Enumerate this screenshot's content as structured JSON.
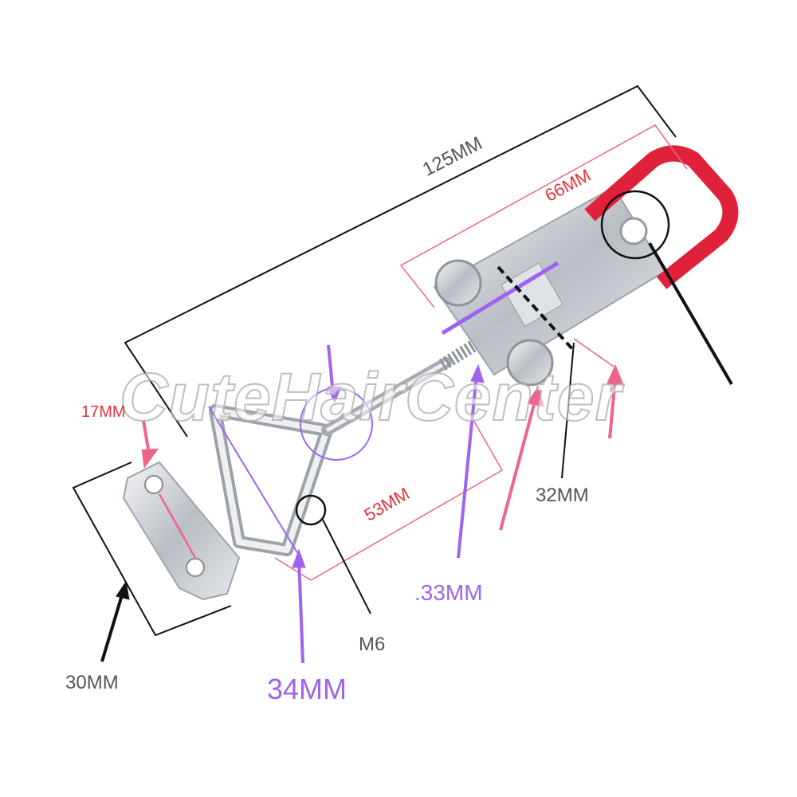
{
  "title": "Toggle latch clamp dimensions",
  "dimensions": {
    "overall_length": "125MM",
    "handle_length": "66MM",
    "plate_hole": "17MM",
    "loop_length": "53MM",
    "body_width": "32MM",
    "thread_length": ".33MM",
    "thread_size": "M6",
    "loop_width": "34MM",
    "plate_width": "30MM"
  },
  "watermark": "CuteHairCenter",
  "colors": {
    "handle": "#e0213a",
    "annotation_red": "#e5323a",
    "annotation_pink": "#f0648c",
    "annotation_purple": "#a063f0",
    "annotation_black": "#111111",
    "metal": "#c9ccd1"
  }
}
